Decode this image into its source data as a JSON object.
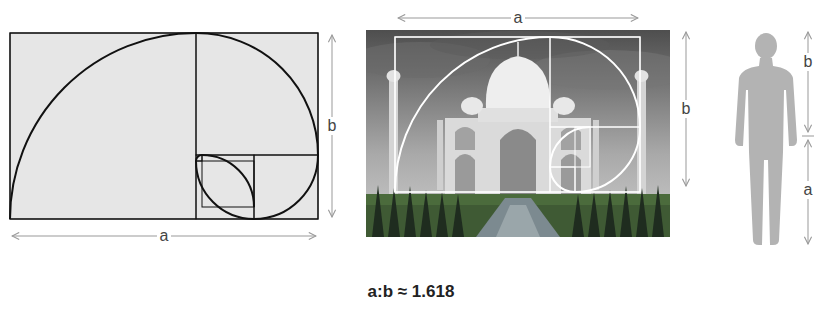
{
  "diagram": {
    "caption": "a:b ≈ 1.618",
    "labels": [
      "a",
      "b",
      "a",
      "b",
      "b",
      "a"
    ]
  }
}
